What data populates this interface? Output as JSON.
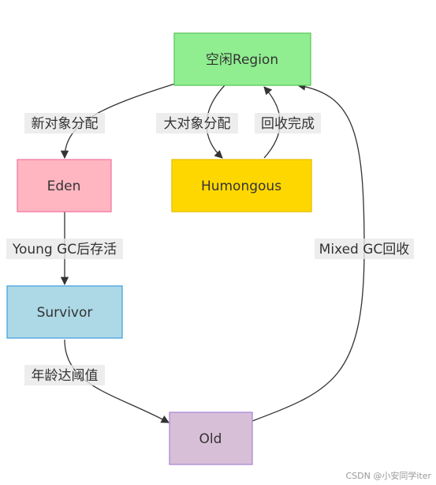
{
  "nodes": {
    "free_region": {
      "label": "空闲Region",
      "fill": "#90EE90",
      "stroke": "#5cc85c"
    },
    "eden": {
      "label": "Eden",
      "fill": "#FFB6C1",
      "stroke": "#f07ba2"
    },
    "humongous": {
      "label": "Humongous",
      "fill": "#FFD700",
      "stroke": "#e6c000"
    },
    "survivor": {
      "label": "Survivor",
      "fill": "#ADD8E6",
      "stroke": "#4aa3df"
    },
    "old": {
      "label": "Old",
      "fill": "#D8BFD8",
      "stroke": "#a98ad6"
    }
  },
  "edges": {
    "free_to_eden": "新对象分配",
    "free_to_humongous": "大对象分配",
    "humongous_to_free": "回收完成",
    "eden_to_survivor": "Young GC后存活",
    "survivor_to_old": "年龄达阈值",
    "old_to_free": "Mixed GC回收"
  },
  "watermark": "CSDN @小安同学iter"
}
